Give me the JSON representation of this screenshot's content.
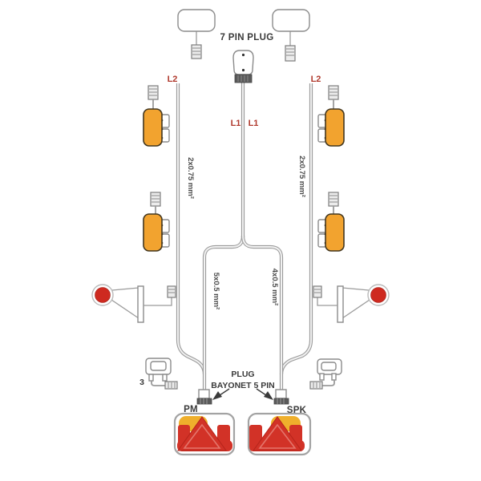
{
  "diagram": {
    "top": {
      "seven_pin_plug_label": "7 PIN PLUG"
    },
    "cables": {
      "l1_label_left": "L1",
      "l1_label_right": "L1",
      "l2_label_left": "L2",
      "l2_label_right": "L2",
      "left_harness_spec": "2x0.75 mm²",
      "right_harness_spec": "2x0.75 mm²",
      "left_branch_spec": "5x0.5 mm²",
      "right_branch_spec": "4x0.5 mm²"
    },
    "bottom": {
      "bayonet_label_line1": "PLUG",
      "bayonet_label_line2": "BAYONET 5 PIN",
      "left_plug_label": "PM",
      "right_plug_label": "SPK",
      "license_lamp_qty": "3"
    },
    "colors": {
      "label_red": "#B03A2E",
      "text_dark": "#3A3A3A",
      "marker_orange": "#F2A32F",
      "lamp_red": "#CE2A20",
      "tail_red": "#D23227",
      "tail_yellow": "#EFAF2C",
      "cable_grey": "#9B9B9B"
    }
  }
}
